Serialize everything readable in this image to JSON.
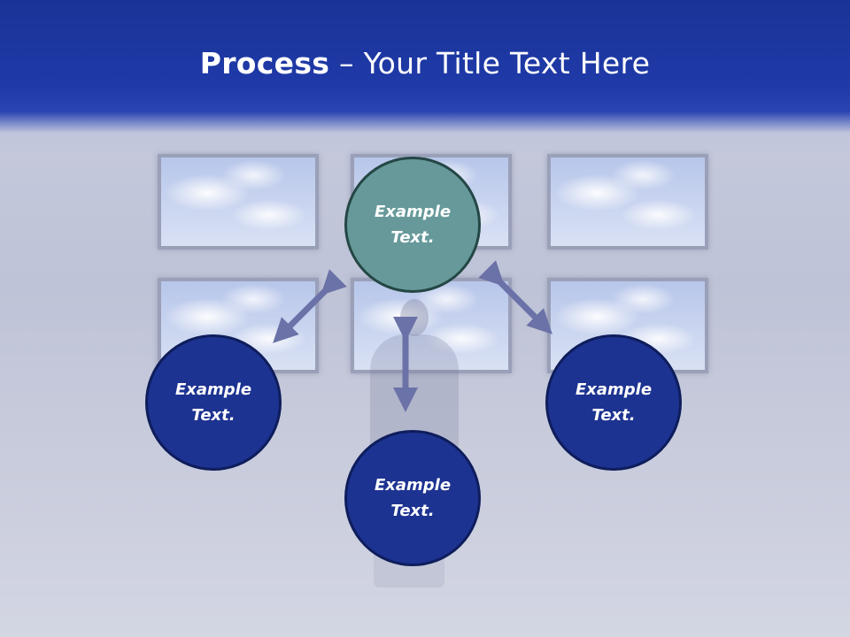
{
  "title": {
    "bold": "Process",
    "rest": " – Your Title Text Here"
  },
  "nodes": {
    "top": {
      "label": "Example\nText."
    },
    "left": {
      "label": "Example\nText."
    },
    "right": {
      "label": "Example\nText."
    },
    "bottom": {
      "label": "Example\nText."
    }
  },
  "colors": {
    "header": "#1f3aa8",
    "node_blue": "#1d3391",
    "node_teal": "#67999a",
    "arrow": "#6b72a8"
  }
}
